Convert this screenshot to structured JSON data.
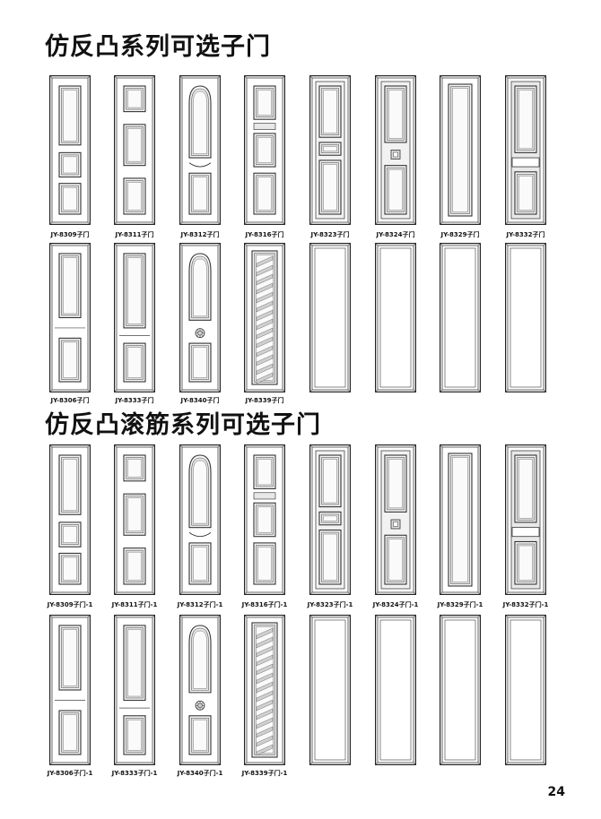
{
  "sections": [
    {
      "title": "仿反凸系列可选子门",
      "rows": [
        [
          {
            "label": "JY-8309子门",
            "design": "8309"
          },
          {
            "label": "JY-8311子门",
            "design": "8311"
          },
          {
            "label": "JY-8312子门",
            "design": "8312"
          },
          {
            "label": "JY-8316子门",
            "design": "8316"
          },
          {
            "label": "JY-8323子门",
            "design": "8323"
          },
          {
            "label": "JY-8324子门",
            "design": "8324"
          },
          {
            "label": "JY-8329子门",
            "design": "8329"
          },
          {
            "label": "JY-8332子门",
            "design": "8332"
          }
        ],
        [
          {
            "label": "JY-8306子门",
            "design": "8306"
          },
          {
            "label": "JY-8333子门",
            "design": "8333"
          },
          {
            "label": "JY-8340子门",
            "design": "8340"
          },
          {
            "label": "JY-8339子门",
            "design": "8339"
          },
          {
            "label": "",
            "design": "blank"
          },
          {
            "label": "",
            "design": "blank"
          },
          {
            "label": "",
            "design": "blank"
          },
          {
            "label": "",
            "design": "blank"
          }
        ]
      ]
    },
    {
      "title": "仿反凸滚筋系列可选子门",
      "rows": [
        [
          {
            "label": "JY-8309子门-1",
            "design": "8309"
          },
          {
            "label": "JY-8311子门-1",
            "design": "8311"
          },
          {
            "label": "JY-8312子门-1",
            "design": "8312"
          },
          {
            "label": "JY-8316子门-1",
            "design": "8316"
          },
          {
            "label": "JY-8323子门-1",
            "design": "8323"
          },
          {
            "label": "JY-8324子门-1",
            "design": "8324"
          },
          {
            "label": "JY-8329子门-1",
            "design": "8329"
          },
          {
            "label": "JY-8332子门-1",
            "design": "8332"
          }
        ],
        [
          {
            "label": "JY-8306子门-1",
            "design": "8306"
          },
          {
            "label": "JY-8333子门-1",
            "design": "8333"
          },
          {
            "label": "JY-8340子门-1",
            "design": "8340"
          },
          {
            "label": "JY-8339子门-1",
            "design": "8339"
          },
          {
            "label": "",
            "design": "blank"
          },
          {
            "label": "",
            "design": "blank"
          },
          {
            "label": "",
            "design": "blank"
          },
          {
            "label": "",
            "design": "blank"
          }
        ]
      ]
    }
  ],
  "page_number": "24"
}
